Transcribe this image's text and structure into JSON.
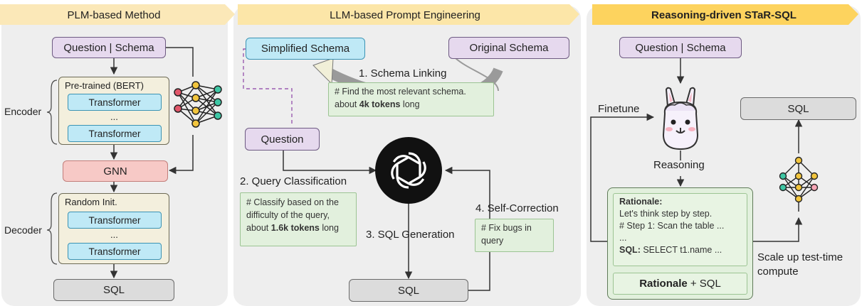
{
  "headers": {
    "plm": "PLM-based Method",
    "llm": "LLM-based Prompt Engineering",
    "star": "Reasoning-driven STaR-SQL"
  },
  "plm": {
    "question_schema": "Question | Schema",
    "pretrained": "Pre-trained (BERT)",
    "transformer": "Transformer",
    "ellipsis": "...",
    "encoder": "Encoder",
    "gnn": "GNN",
    "random_init": "Random Init.",
    "decoder": "Decoder",
    "sql": "SQL"
  },
  "llm": {
    "simplified_schema": "Simplified Schema",
    "original_schema": "Original Schema",
    "schema_linking": "1. Schema Linking",
    "note1_line1": "# Find the most relevant schema.",
    "note1_prefix": "about ",
    "note1_bold": "4k tokens",
    "note1_suffix": " long",
    "question": "Question",
    "query_classification": "2. Query Classification",
    "note2_line1": "# Classify based on the",
    "note2_line2": "difficulty of the query,",
    "note2_prefix": "about ",
    "note2_bold": "1.6k tokens",
    "note2_suffix": " long",
    "sql_generation": "3. SQL Generation",
    "self_correction": "4. Self-Correction",
    "note3_line1": "#  Fix bugs in",
    "note3_line2": "query",
    "sql": "SQL"
  },
  "star": {
    "question_schema": "Question | Schema",
    "finetune": "Finetune",
    "reasoning": "Reasoning",
    "sql": "SQL",
    "rationale_title": "Rationale:",
    "rationale_line1": "Let's think step by step.",
    "rationale_line2": "# Step 1: Scan the table ...",
    "rationale_line3": "...",
    "sql_prefix": "SQL:",
    "sql_text": " SELECT t1.name ...",
    "rationale_bold": "Rationale",
    "rationale_plus": " + SQL",
    "scale_line1": "Scale up test-time",
    "scale_line2": "compute"
  },
  "colors": {
    "panel": "#eeeeee",
    "header_plm": "#fbe8b8",
    "header_llm": "#fce6a8",
    "header_star": "#fdd35e",
    "purple": "#e6d9ee",
    "blue": "#bfe9f6",
    "gray": "#dcdcdc",
    "red": "#f7c9c6",
    "green": "#e2f0dd"
  }
}
